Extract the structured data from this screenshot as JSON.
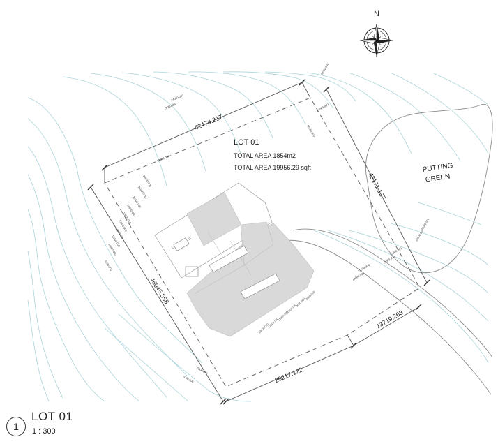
{
  "north": {
    "label": "N"
  },
  "lot": {
    "name": "LOT 01",
    "area_m2": "TOTAL AREA 1854m2",
    "area_sqft": "TOTAL AREA 19956.29 sqft"
  },
  "dimensions": {
    "top": "42474.217",
    "right": "43171.137",
    "left": "46045.558",
    "bottom": "26217.122",
    "bottom_right": "13719.263"
  },
  "feature": {
    "line1": "PUTTING",
    "line2": "GREEN"
  },
  "contour_labels": [
    "24000.000",
    "23000.000",
    "23000.000",
    "22000.000",
    "21000.000",
    "20000.000",
    "19000.000",
    "18000.000",
    "17000.000",
    "16000.000",
    "15000.000",
    "14000.000",
    "13000.000",
    "12000.000",
    "11000.000",
    "10000.000",
    "9000.000",
    "8000.000",
    "7000.000",
    "6000.000",
    "5000.000",
    "28000.000",
    "27000.000",
    "26000.000",
    "25000.000",
    "24000.000",
    "23000.000",
    "22000.000",
    "21000.000",
    "20000.000"
  ],
  "title_block": {
    "number": "1",
    "name": "LOT 01",
    "scale": "1 : 300"
  }
}
